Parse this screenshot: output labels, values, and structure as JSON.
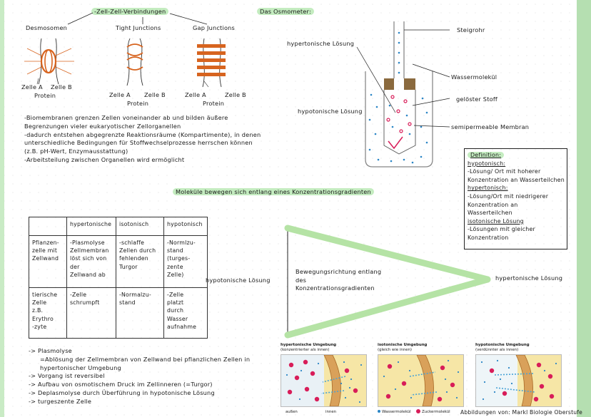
{
  "colors": {
    "highlight": "#c4ecc0",
    "accent_bar": "#b5dfb1",
    "protein": "#d7641f",
    "water": "#2b86c6",
    "sugar": "#d81d59",
    "membrane": "#c98a3c"
  },
  "junctions": {
    "title": "-Zell-Zell-Verbindungen",
    "types": [
      "Desmosomen",
      "Tight Junctions",
      "Gap Junctions"
    ],
    "zelle_a": "Zelle A",
    "zelle_b": "Zelle B",
    "protein": "Protein"
  },
  "notes": [
    "-Biomembranen grenzen Zellen voneinander ab und bilden äußere",
    "Begrenzungen vieler eukaryotischer Zellorganellen",
    "-dadurch entstehen abgegrenzte Reaktionsräume (Kompartimente), in denen",
    "unterschiedliche Bedingungen für Stoffwechselprozesse herrschen können",
    "(z.B. pH-Wert, Enzymausstattung)",
    "-Arbeitsteilung zwischen Organellen wird ermöglicht"
  ],
  "osmometer": {
    "title": "Das Osmometer:",
    "steigrohr": "Steigrohr",
    "hypertonisch": "hypertonische Lösung",
    "wassermolekuel": "Wassermolekül",
    "geloester_stoff": "gelöster Stoff",
    "hypotonisch": "hypotonische Lösung",
    "membran": "semipermeable Membran"
  },
  "definition": {
    "title": "Definition:",
    "hypo_label": "hypotonisch:",
    "hypo_lines": [
      "-Lösung/ Ort mit hoherer",
      "Konzentration an Wasserteilchen"
    ],
    "hyper_label": "hypertonisch:",
    "hyper_lines": [
      "-Lösung/Ort mit niedrigerer",
      "Konzentration an",
      "Wasserteilchen"
    ],
    "iso_label": "isotonische Lösung",
    "iso_lines": [
      "-Lösungen mit gleicher",
      "Konzentration"
    ]
  },
  "gradient": {
    "heading": "Moleküle bewegen sich entlang eines Konzentrationsgradienten",
    "left": "hypotonische Lösung",
    "middle": "Bewegungsrichtung entlang\ndes\nKonzentrationsgradienten",
    "right": "hypertonische Lösung"
  },
  "table": {
    "headers": [
      "",
      "hypertonische",
      "isotonisch",
      "hypotonisch"
    ],
    "rows": [
      [
        "Pflanzen-\nzelle mit\nZellwand",
        "-Plasmolyse\nZellmembran\nlöst sich von\nder\nZellwand ab",
        "-schlaffe\nZellen durch\nfehlenden\nTurgor",
        "-Normlzu-\nstand\n(turges-\nzente\nZelle)"
      ],
      [
        "tierische\nZelle\nz.B.\nErythro\n-zyte",
        "-Zelle\nschrumpft",
        "-Normalzu-\nstand",
        "-Zelle\nplatzt\ndurch\nWasser\naufnahme"
      ]
    ]
  },
  "plasmolyse_notes": [
    "-> Plasmolyse",
    "=Ablösung der Zellmembran von Zellwand bei pflanzlichen Zellen in",
    "hypertonischer Umgebung",
    "-> Vorgang ist reversibel",
    "-> Aufbau von osmotischem Druck im Zellinneren (=Turgor)",
    "-> Deplasmolyse durch Überführung in hypotonische Lösung",
    "-> turgeszente Zelle"
  ],
  "figures": [
    {
      "title": "hypertonische Umgebung",
      "sub": "(konzentrierter als innen)"
    },
    {
      "title": "isotonische Umgebung",
      "sub": "(gleich wie innen)"
    },
    {
      "title": "hypotonische Umgebung",
      "sub": "(verdünnter als innen)"
    }
  ],
  "figure_legend": {
    "aussen": "außen",
    "innen": "innen",
    "water": "Wassermolekül",
    "sugar": "Zuckermolekül"
  },
  "credit": "Abbildungen von: Markl Biologie Oberstufe"
}
